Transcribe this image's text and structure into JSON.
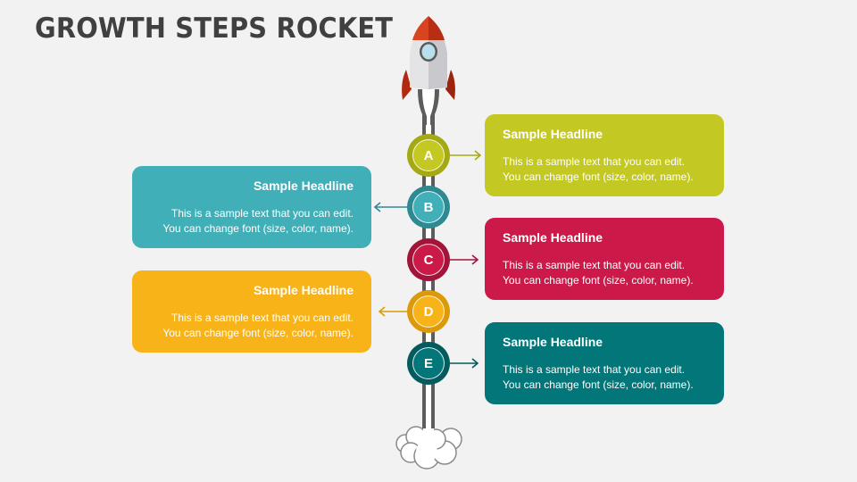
{
  "title": "GROWTH STEPS ROCKET",
  "steps": [
    {
      "letter": "A",
      "side": "right",
      "headline": "Sample Headline",
      "line1": "This is a sample text that you can edit.",
      "line2": "You can change font (size, color, name).",
      "color": "#c3c823",
      "ring": "#a5a913"
    },
    {
      "letter": "B",
      "side": "left",
      "headline": "Sample Headline",
      "line1": "This is a sample text that you can edit.",
      "line2": "You can change font (size, color, name).",
      "color": "#41afb8",
      "ring": "#2d8a92"
    },
    {
      "letter": "C",
      "side": "right",
      "headline": "Sample Headline",
      "line1": "This is a sample text that you can edit.",
      "line2": "You can change font (size, color, name).",
      "color": "#cb1a4a",
      "ring": "#a3143b"
    },
    {
      "letter": "D",
      "side": "left",
      "headline": "Sample Headline",
      "line1": "This is a sample text that you can edit.",
      "line2": "You can change font (size, color, name).",
      "color": "#f8b319",
      "ring": "#dc9a0a"
    },
    {
      "letter": "E",
      "side": "right",
      "headline": "Sample Headline",
      "line1": "This is a sample text that you can edit.",
      "line2": "You can change font (size, color, name).",
      "color": "#037679",
      "ring": "#035b5d"
    }
  ]
}
